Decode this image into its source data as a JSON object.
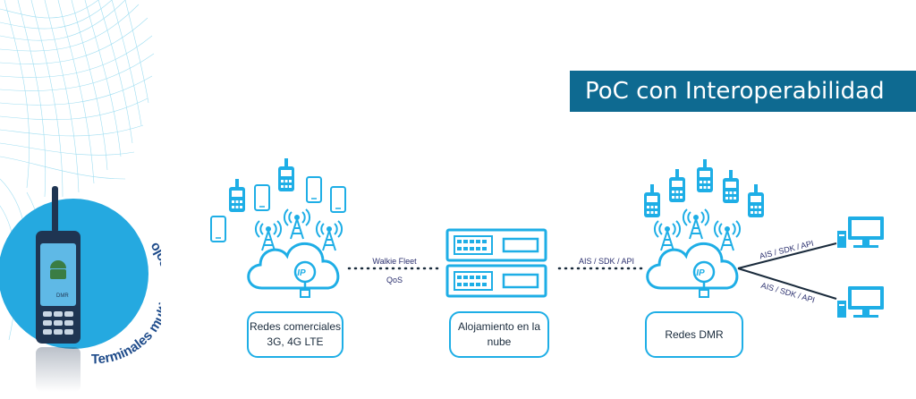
{
  "title": "PoC con Interoperabilidad",
  "side_label": "Terminales multi protocolo",
  "device_screen_badge": "DMR",
  "boxes": {
    "commercial_line1": "Redes comerciales",
    "commercial_line2": "3G, 4G LTE",
    "cloud_hosting": "Alojamiento en la nube",
    "dmr": "Redes DMR"
  },
  "links": {
    "walkie_fleet": "Walkie Fleet",
    "qos": "QoS",
    "api_center": "AIS / SDK / API",
    "api_upper": "AIS / SDK / API",
    "api_lower": "AIS / SDK / API"
  },
  "cloud_badge": "IP",
  "colors": {
    "accent": "#1eaee6",
    "banner": "#0e6a91",
    "label_text": "#2a2f6e",
    "circle": "#25a9e0",
    "device": "#1f3552"
  },
  "icons": [
    "mesh-pattern",
    "handheld-radio-icon",
    "smartphone-icon",
    "cell-tower-icon",
    "ip-cloud-icon",
    "server-rack-icon",
    "desktop-computer-icon",
    "android-icon"
  ]
}
